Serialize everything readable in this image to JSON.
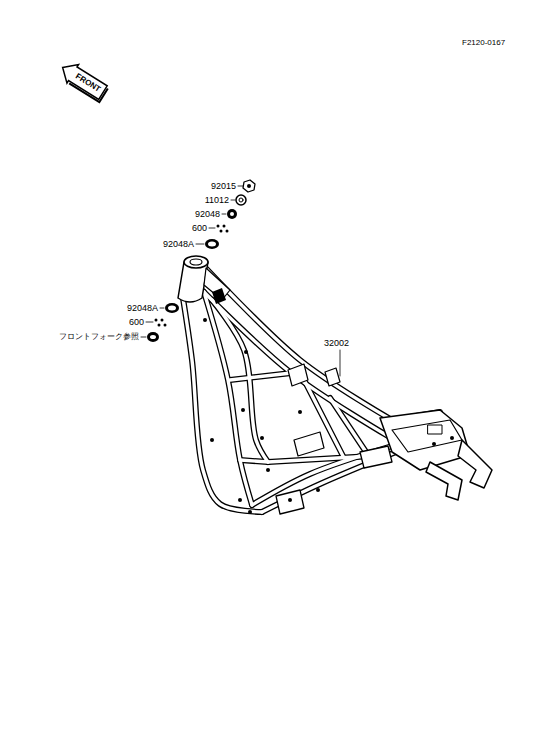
{
  "diagram": {
    "nodes": [
      {
        "text": [
          "FRONT"
        ]
      }
    ],
    "labels": [
      "F2120-0167",
      "92015",
      "11012",
      "92048",
      "600",
      "92048A",
      "92048A",
      "600",
      "フロントフォーク参照",
      "32002"
    ]
  }
}
